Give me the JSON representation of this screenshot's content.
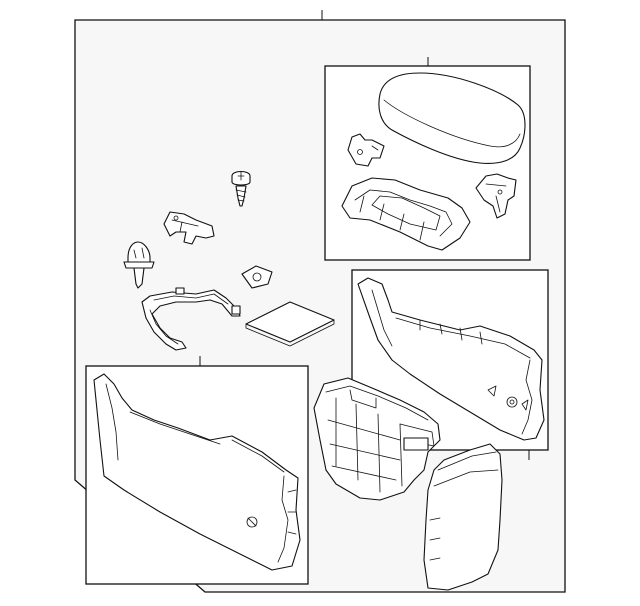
{
  "diagram": {
    "background": "#ffffff",
    "line_color": "#111111",
    "frame_fill": "#f7f7f7",
    "groups": [
      {
        "id": "assembly",
        "parts": [
          "console-assembly"
        ]
      },
      {
        "id": "armrest-group",
        "parts": [
          "armrest-lid",
          "hinge-bracket-left",
          "latch-bracket-right",
          "lid-base"
        ]
      },
      {
        "id": "right-side-panel-group",
        "parts": [
          "right-side-panel"
        ]
      },
      {
        "id": "left-side-panel-group",
        "parts": [
          "left-side-panel"
        ]
      },
      {
        "id": "loose-parts",
        "parts": [
          "screw",
          "retainer-clip",
          "push-pin",
          "clip-nut",
          "wire-harness",
          "mat-pad",
          "console-bin",
          "rear-end-cap"
        ]
      }
    ]
  }
}
